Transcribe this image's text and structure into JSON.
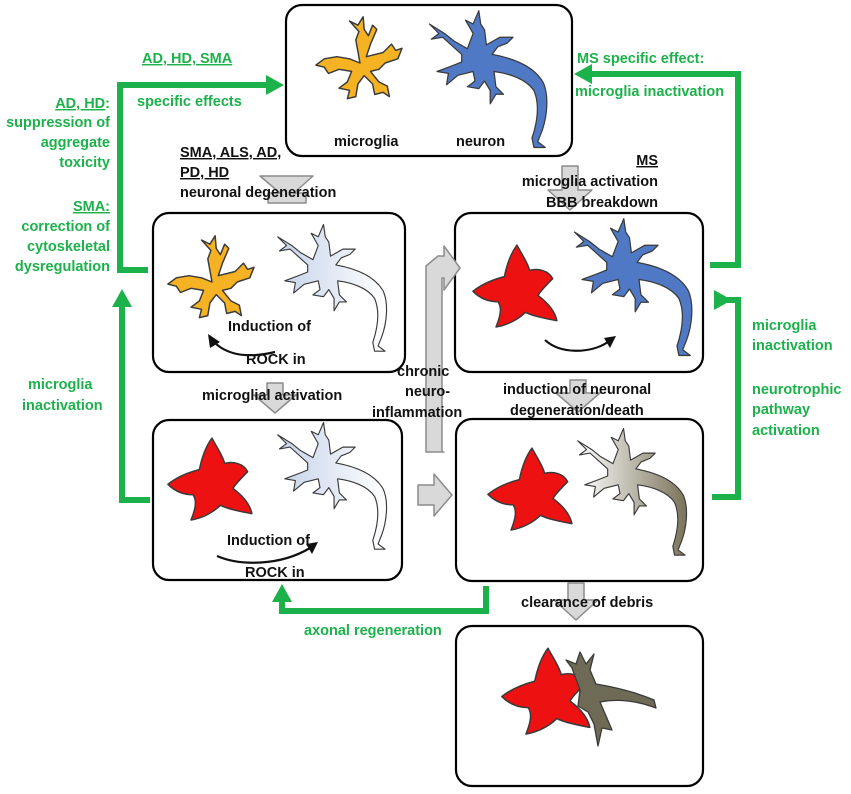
{
  "top_panel": {
    "microglia_label": "microglia",
    "neuron_label": "neuron"
  },
  "green_labels": {
    "ad_hd_sma": "AD, HD, SMA",
    "specific_effects": "specific effects",
    "ms_specific_effect": "MS specific effect:",
    "microglia_inactivation_top": "microglia inactivation",
    "ad_hd_heading": "AD, HD",
    "ad_hd_colon": ":",
    "suppression_1": "suppression of",
    "suppression_2": "aggregate",
    "suppression_3": "toxicity",
    "sma_heading": "SMA:",
    "correction_1": "correction of",
    "correction_2": "cytoskeletal",
    "correction_3": "dysregulation",
    "microglia_inactivation_left_1": "microglia",
    "microglia_inactivation_left_2": "inactivation",
    "microglia_inactivation_right_1": "microglia",
    "microglia_inactivation_right_2": "inactivation",
    "neurotrophic_1": "neurotrophic",
    "neurotrophic_2": "pathway",
    "neurotrophic_3": "activation",
    "axonal_regeneration": "axonal regeneration"
  },
  "black_labels": {
    "diseases_1": "SMA, ALS, AD,",
    "diseases_2": "PD, HD",
    "neuronal_degeneration": "neuronal degeneration",
    "ms_heading": "MS",
    "microglia_activation_ms": "microglia activation",
    "bbb_breakdown": "BBB breakdown",
    "induction_of_1": "Induction of",
    "rock_in_1": "ROCK in",
    "microglial_activation": "microglial activation",
    "chronic_1": "chronic",
    "chronic_2": "neuro-",
    "chronic_3": "inflammation",
    "induction_neuronal_1": "induction of neuronal",
    "induction_neuronal_2": "degeneration/death",
    "induction_of_2": "Induction of",
    "rock_in_2": "ROCK in",
    "clearance_of_debris": "clearance of debris"
  },
  "colors": {
    "green": "#1db14b",
    "microglia_resting": "#f5b323",
    "microglia_activated": "#ee1111",
    "neuron_healthy": "#4f79c4",
    "neuron_light": "#c9d6ea",
    "neuron_damaged": "#807a63",
    "gray_arrow": "#d9d9d9"
  }
}
